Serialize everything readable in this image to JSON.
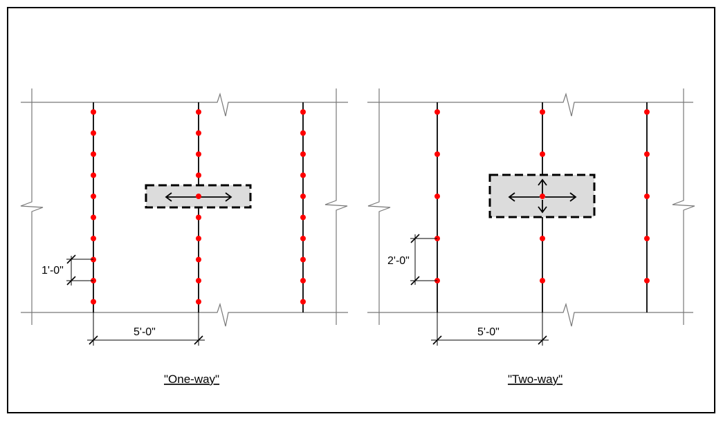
{
  "panels": [
    {
      "id": "one-way",
      "caption": "\"One-way\"",
      "spacing_label": "1'-0\"",
      "span_label": "5'-0\"",
      "point_color": "#ff0000",
      "load_directions": [
        "left",
        "right"
      ]
    },
    {
      "id": "two-way",
      "caption": "\"Two-way\"",
      "spacing_label": "2'-0\"",
      "span_label": "5'-0\"",
      "point_color": "#ff0000",
      "load_directions": [
        "left",
        "right",
        "up",
        "down"
      ]
    }
  ],
  "colors": {
    "points": "#ff0000",
    "load_area_fill": "#dcdcdc",
    "lines": "#000000",
    "edges": "#777777"
  }
}
